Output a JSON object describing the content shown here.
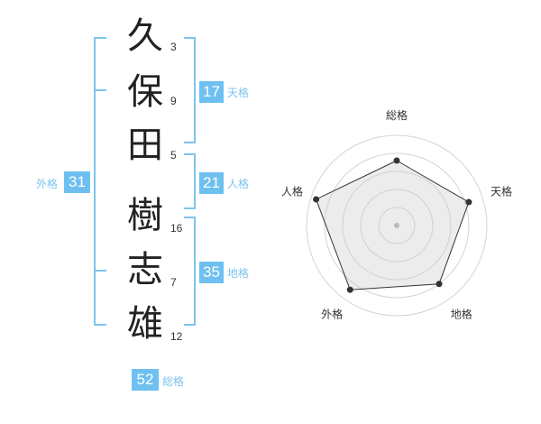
{
  "name": {
    "characters": [
      {
        "char": "久",
        "strokes": "3"
      },
      {
        "char": "保",
        "strokes": "9"
      },
      {
        "char": "田",
        "strokes": "5"
      },
      {
        "char": "樹",
        "strokes": "16"
      },
      {
        "char": "志",
        "strokes": "7"
      },
      {
        "char": "雄",
        "strokes": "12"
      }
    ]
  },
  "kakusu": {
    "tenkaku": {
      "value": "17",
      "label": "天格"
    },
    "jinkaku": {
      "value": "21",
      "label": "人格"
    },
    "chikaku": {
      "value": "35",
      "label": "地格"
    },
    "gaikaku": {
      "value": "31",
      "label": "外格"
    },
    "soukaku": {
      "value": "52",
      "label": "総格"
    }
  },
  "colors": {
    "accent": "#6ec0f0",
    "bracket": "#7fc3ee",
    "text": "#222222"
  },
  "chart_data": {
    "type": "radar",
    "axes": [
      "総格",
      "天格",
      "地格",
      "外格",
      "人格"
    ],
    "range": [
      0,
      5
    ],
    "rings": 5,
    "values": [
      3.6,
      4.2,
      4.0,
      4.4,
      4.7
    ]
  }
}
